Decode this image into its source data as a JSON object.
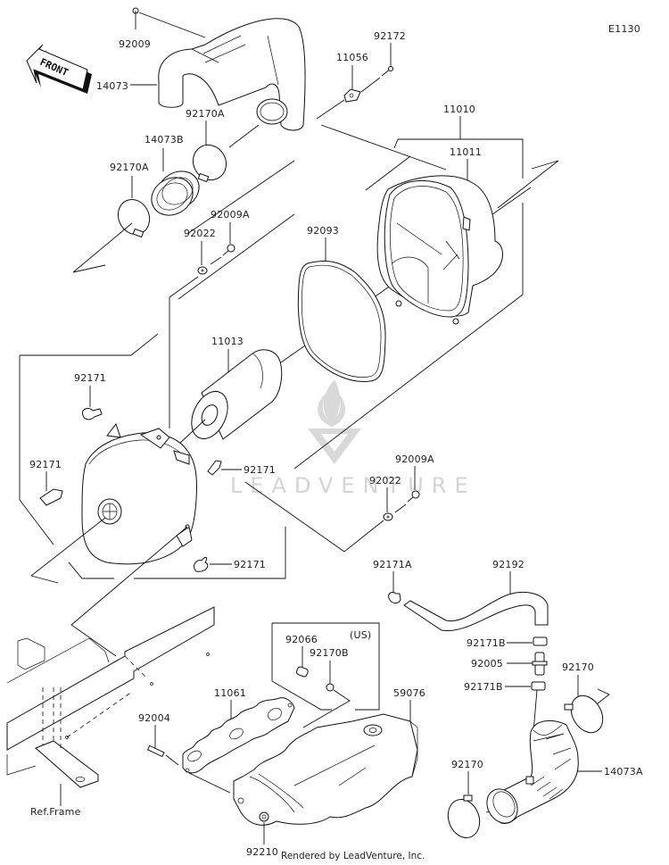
{
  "diagram": {
    "code": "E1130",
    "direction_label": "FRONT",
    "watermark": "LEADVENTURE",
    "footer": "Rendered by LeadVenture, Inc.",
    "region_note": "(US)",
    "reference_label": "Ref.Frame"
  },
  "callouts": {
    "c92009": "92009",
    "c14073": "14073",
    "c92170A_1": "92170A",
    "c14073B": "14073B",
    "c92170A_2": "92170A",
    "c92009A_1": "92009A",
    "c92022_1": "92022",
    "c11056": "11056",
    "c92172": "92172",
    "c11010": "11010",
    "c11011": "11011",
    "c92093": "92093",
    "c11013": "11013",
    "c92171_1": "92171",
    "c92171_2": "92171",
    "c92171_3": "92171",
    "c92171_4": "92171",
    "c92009A_2": "92009A",
    "c92022_2": "92022",
    "c92171A": "92171A",
    "c92192": "92192",
    "c92171B_1": "92171B",
    "c92005": "92005",
    "c92171B_2": "92171B",
    "c92170_1": "92170",
    "c92170_2": "92170",
    "c14073A": "14073A",
    "c92066": "92066",
    "c92170B": "92170B",
    "c11061": "11061",
    "c59076": "59076",
    "c92004": "92004",
    "c92210": "92210"
  }
}
